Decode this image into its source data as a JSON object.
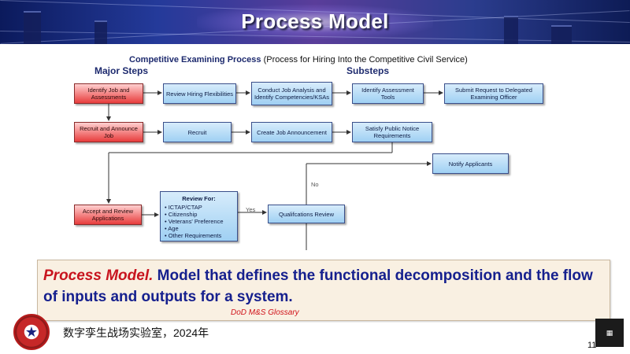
{
  "header": {
    "title": "Process Model"
  },
  "diagram": {
    "title_bold": "Competitive Examining Process",
    "title_rest": "(Process for Hiring Into the Competitive Civil Service)",
    "col_major": "Major Steps",
    "col_sub": "Substeps",
    "boxes": {
      "identify_job": "Identify Job and Assessments",
      "review_hiring": "Review Hiring Flexibilities",
      "conduct_job_analysis": "Conduct Job Analysis and Identify Competencies/KSAs",
      "identify_tools": "Identify Assessment Tools",
      "submit_request": "Submit Request to Delegated Examining Officer",
      "recruit_announce": "Recruit and Announce Job",
      "recruit": "Recruit",
      "create_announcement": "Create Job Announcement",
      "satisfy_notice": "Satisfy Public Notice Requirements",
      "notify_applicants": "Notify Applicants",
      "accept_review": "Accept and Review Applications",
      "review_for_title": "Review For:",
      "review_for_items": [
        "• ICTAP/CTAP",
        "• Citizenship",
        "• Veterans' Preference",
        "• Age",
        "• Other Requirements"
      ],
      "qualifications_review": "Qualifcations Review"
    },
    "labels": {
      "no": "No",
      "yes": "Yes"
    }
  },
  "definition": {
    "term": "Process Model.",
    "text": " Model that defines the functional decomposition and the flow of inputs and outputs for a system.",
    "source": "DoD M&S Glossary"
  },
  "footer": {
    "text": "数字孪生战场实验室，2024年",
    "page": "11"
  }
}
